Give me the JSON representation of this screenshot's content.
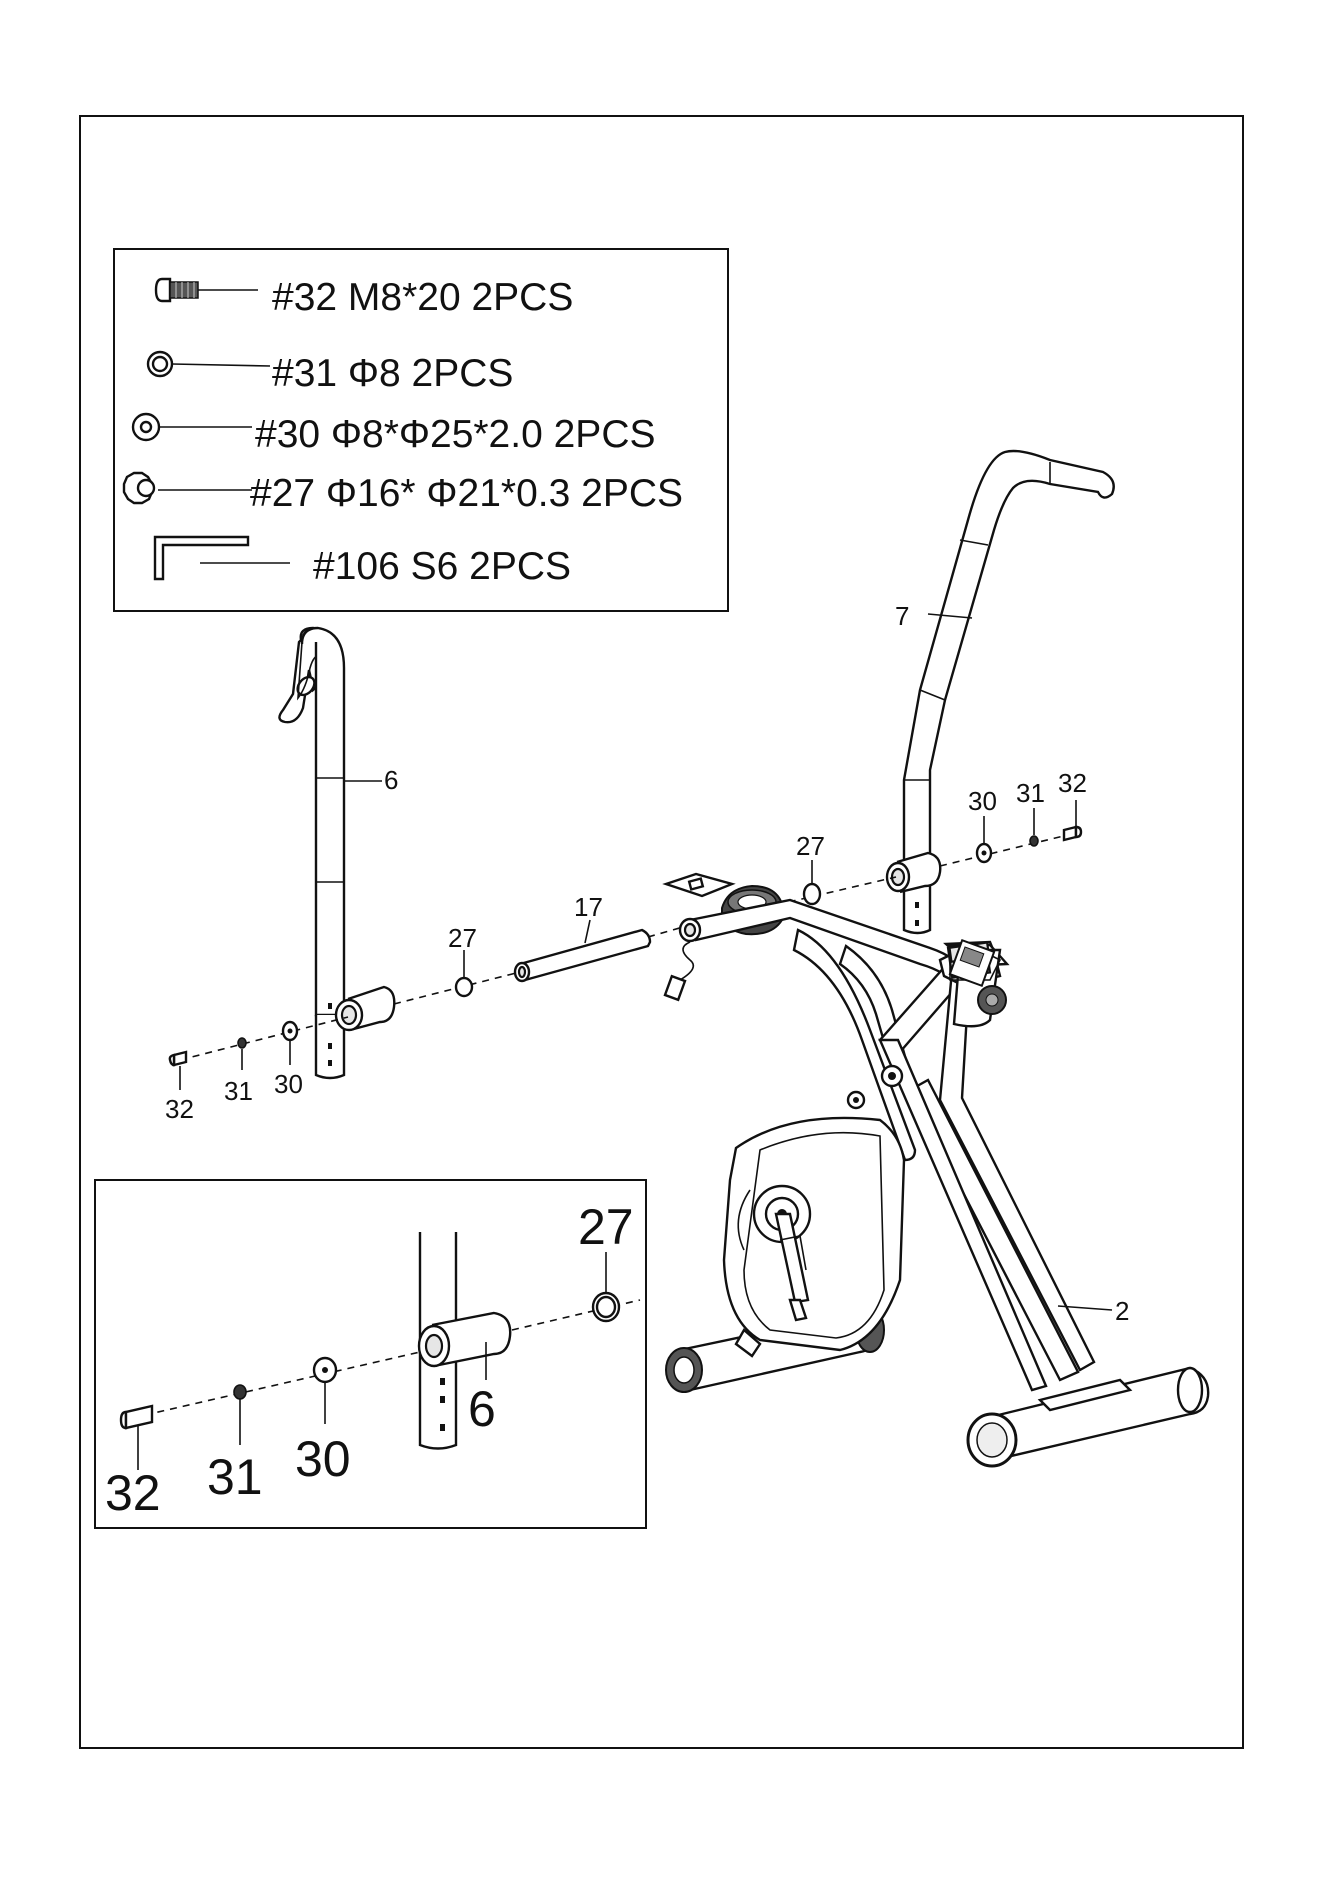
{
  "hardware": [
    {
      "code": "#32 M8*20 2PCS",
      "icon": "bolt-icon"
    },
    {
      "code": "#31  Φ8  2PCS",
      "icon": "spring-washer-icon"
    },
    {
      "code": "#30  Φ8*Φ25*2.0  2PCS",
      "icon": "flat-washer-icon"
    },
    {
      "code": "#27 Φ16* Φ21*0.3 2PCS",
      "icon": "wave-washer-icon"
    },
    {
      "code": "#106  S6  2PCS",
      "icon": "allen-key-icon"
    }
  ],
  "main_labels": {
    "part_6": "6",
    "part_7": "7",
    "part_17": "17",
    "part_2": "2",
    "part_27_left": "27",
    "part_27_right": "27",
    "part_30_left": "30",
    "part_31_left": "31",
    "part_32_left": "32",
    "part_30_right": "30",
    "part_31_right": "31",
    "part_32_right": "32"
  },
  "detail_labels": {
    "part_27": "27",
    "part_6": "6",
    "part_30": "30",
    "part_31": "31",
    "part_32": "32"
  }
}
